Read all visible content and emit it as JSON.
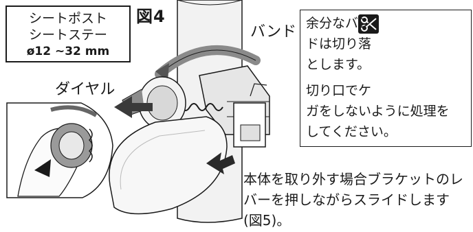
{
  "figure_label": "図4",
  "seatpost_box": {
    "line1": "シートポスト",
    "line2": "シートステー",
    "size_range": "ø12 ~32 mm"
  },
  "labels": {
    "band": "バンド",
    "dial": "ダイヤル"
  },
  "inset": {
    "icon": "scissors-icon",
    "lines": [
      "余分なバン",
      "ドは切り落",
      "とします。",
      "切り口でケ",
      "ガをしないように処理を",
      "してください。"
    ]
  },
  "instruction_lines": [
    "本体を取り外す場合ブラケットのレ",
    "バーを押しながらスライドします",
    "(図5)。"
  ]
}
